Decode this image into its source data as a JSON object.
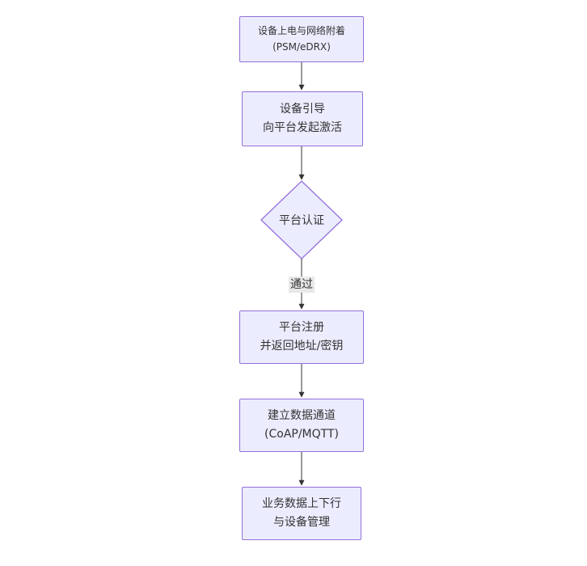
{
  "diagram": {
    "type": "flowchart-top-down",
    "colors": {
      "node_fill": "#ECECFF",
      "node_border": "#9370DB",
      "arrow": "#333333",
      "edge_label_bg": "#e8e8e8",
      "text": "#333333",
      "background": "#ffffff"
    },
    "nodes": [
      {
        "id": "n1",
        "shape": "rect",
        "lines": [
          "设备上电与网络附着",
          "(PSM/eDRX)"
        ]
      },
      {
        "id": "n2",
        "shape": "rect",
        "lines": [
          "设备引导",
          "向平台发起激活"
        ]
      },
      {
        "id": "n3",
        "shape": "diamond",
        "lines": [
          "平台认证"
        ]
      },
      {
        "id": "n4",
        "shape": "rect",
        "lines": [
          "平台注册",
          "并返回地址/密钥"
        ]
      },
      {
        "id": "n5",
        "shape": "rect",
        "lines": [
          "建立数据通道",
          "(CoAP/MQTT)"
        ]
      },
      {
        "id": "n6",
        "shape": "rect",
        "lines": [
          "业务数据上下行",
          "与设备管理"
        ]
      }
    ],
    "edges": [
      {
        "from": "n1",
        "to": "n2",
        "label": ""
      },
      {
        "from": "n2",
        "to": "n3",
        "label": ""
      },
      {
        "from": "n3",
        "to": "n4",
        "label": "通过"
      },
      {
        "from": "n4",
        "to": "n5",
        "label": ""
      },
      {
        "from": "n5",
        "to": "n6",
        "label": ""
      }
    ]
  }
}
